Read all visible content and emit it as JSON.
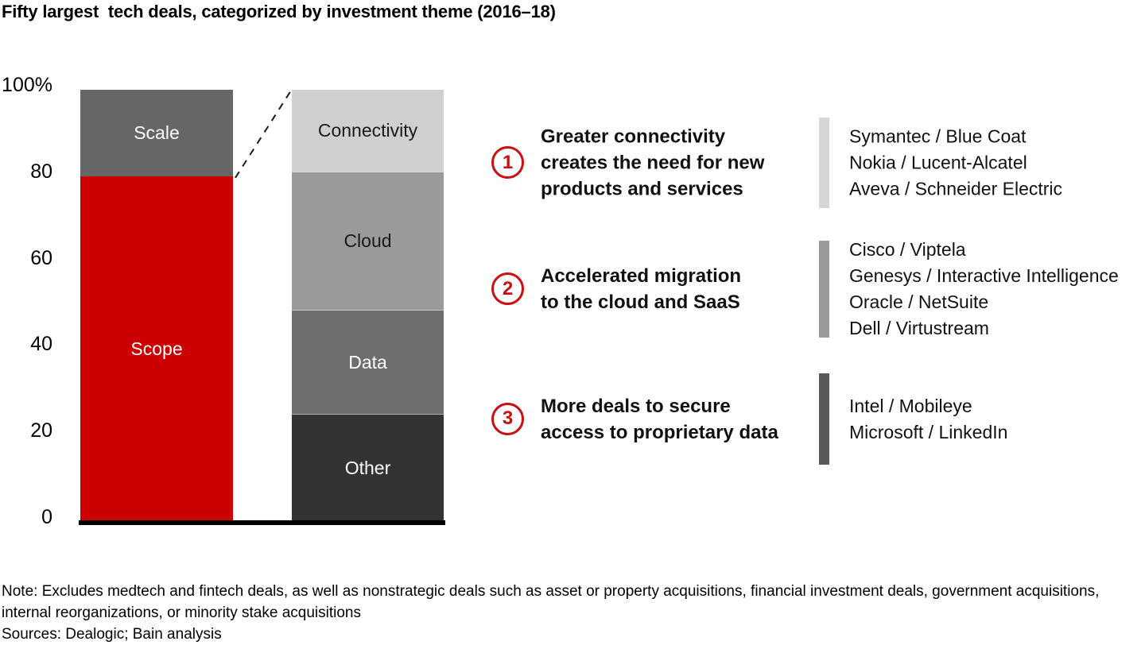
{
  "title": "Fifty largest  tech deals, categorized by investment theme (2016–18)",
  "colors": {
    "accent_red": "#cc0000",
    "axis": "#000000",
    "leader_line": "#1a1a1a"
  },
  "chart_data": {
    "type": "bar",
    "stacked": true,
    "unit": "%",
    "ylim": [
      0,
      100
    ],
    "grid": false,
    "yticks": [
      {
        "label": "100%",
        "value": 100
      },
      {
        "label": "80",
        "value": 80
      },
      {
        "label": "60",
        "value": 60
      },
      {
        "label": "40",
        "value": 40
      },
      {
        "label": "20",
        "value": 20
      },
      {
        "label": "0",
        "value": 0
      }
    ],
    "bars": [
      {
        "name": "deal-type-mix",
        "segments": [
          {
            "label": "Scale",
            "value": 20,
            "color": "#666666",
            "text_color": "#ffffff"
          },
          {
            "label": "Scope",
            "value": 80,
            "color": "#cc0000",
            "text_color": "#ffffff"
          }
        ]
      },
      {
        "name": "scope-theme-mix",
        "segments": [
          {
            "label": "Connectivity",
            "value": 19,
            "color": "#d0d0d0",
            "text_color": "#1a1a1a"
          },
          {
            "label": "Cloud",
            "value": 32,
            "color": "#9a9a9a",
            "text_color": "#1a1a1a"
          },
          {
            "label": "Data",
            "value": 24,
            "color": "#6e6e6e",
            "text_color": "#ffffff"
          },
          {
            "label": "Other",
            "value": 25,
            "color": "#333333",
            "text_color": "#ffffff"
          }
        ]
      }
    ]
  },
  "annotations": [
    {
      "number": "1",
      "lines": [
        "Greater connectivity",
        "creates the need for new",
        "products and services"
      ],
      "bar_color": "#d6d6d6",
      "deals": [
        "Symantec / Blue Coat",
        "Nokia / Lucent-Alcatel",
        "Aveva / Schneider Electric"
      ]
    },
    {
      "number": "2",
      "lines": [
        "Accelerated migration",
        "to the cloud and SaaS"
      ],
      "bar_color": "#9a9a9a",
      "deals": [
        "Cisco / Viptela",
        "Genesys / Interactive Intelligence",
        "Oracle / NetSuite",
        "Dell / Virtustream"
      ]
    },
    {
      "number": "3",
      "lines": [
        "More deals to secure",
        "access to proprietary data"
      ],
      "bar_color": "#595959",
      "deals": [
        "Intel / Mobileye",
        "Microsoft / LinkedIn"
      ]
    }
  ],
  "footer": {
    "note_lines": [
      "Note: Excludes medtech and fintech deals, as well as nonstrategic deals such as asset or property acquisitions, financial investment deals, government acquisitions,",
      "internal reorganizations, or minority stake acquisitions"
    ],
    "sources": "Sources: Dealogic; Bain analysis"
  }
}
